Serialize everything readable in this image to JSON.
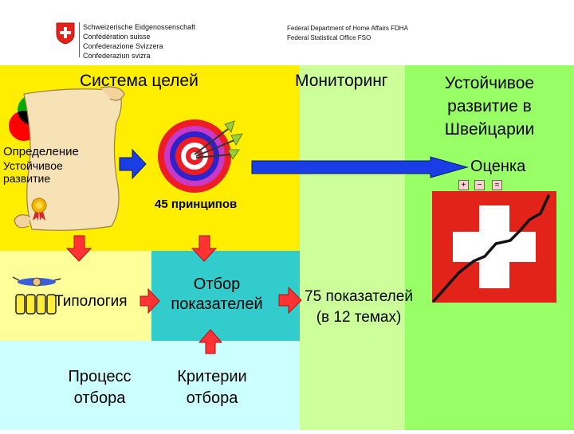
{
  "header": {
    "org_lines": [
      "Schweizerische Eidgenossenschaft",
      "Confédération suisse",
      "Confederazione Svizzera",
      "Confederaziun svizra"
    ],
    "dept_lines": [
      "Federal Department of Home Affairs FDHA",
      "Federal Statistical Office FSO"
    ]
  },
  "headings": {
    "goal_system": "Система целей",
    "monitoring": "Мониторинг",
    "sd_switzerland": "Устойчивое развитие в Швейцарии"
  },
  "definition": {
    "title": "Определение",
    "subtitle": "Устойчивое развитие"
  },
  "principles": "45 принципов",
  "assessment": {
    "label": "Оценка",
    "symbols": [
      "+",
      "−",
      "≈"
    ]
  },
  "steps": {
    "typology": "Типология",
    "selection": "Отбор показателей",
    "indicators": "75 показателей (в 12 темах)",
    "process": "Процесс отбора",
    "criteria": "Критерии отбора"
  },
  "colors": {
    "yellow": "#ffee00",
    "light_yellow": "#ffff99",
    "light_green": "#ccff99",
    "green": "#99ff66",
    "teal": "#33cccc",
    "light_cyan": "#ccffff",
    "arrow_red": "#ff3333",
    "arrow_blue": "#1a3ee6",
    "swiss_red": "#e2231a"
  }
}
